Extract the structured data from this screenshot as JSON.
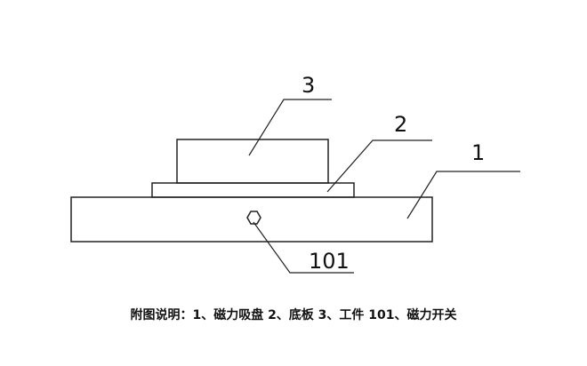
{
  "diagram": {
    "labels": {
      "magnetic_chuck": "1",
      "base_plate": "2",
      "workpiece": "3",
      "magnetic_switch": "101"
    },
    "caption": "附图说明：1、磁力吸盘 2、底板 3、工件 101、磁力开关"
  }
}
